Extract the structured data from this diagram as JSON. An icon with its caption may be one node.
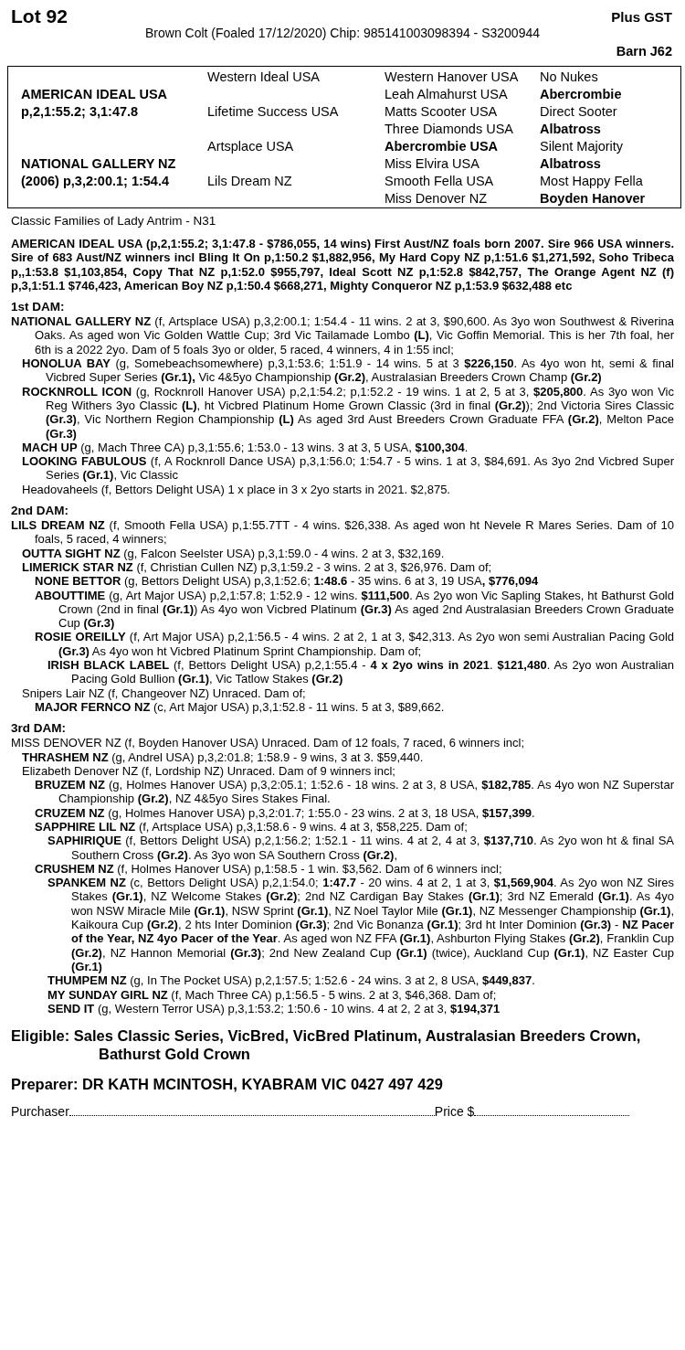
{
  "diagram": {
    "title": "Lot 92",
    "labels": [
      "Plus GST",
      "Brown Colt (Foaled 17/12/2020) Chip: 985141003098394 - S3200944",
      "Barn J62",
      "Western Ideal USA",
      "Western Hanover USA",
      "No Nukes",
      "AMERICAN IDEAL USA",
      "Leah Almahurst USA",
      "Abercrombie",
      "p,2,1:55.2; 3,1:47.8",
      "Lifetime Success USA",
      "Matts Scooter USA",
      "Direct Sooter",
      "Three Diamonds USA",
      "Albatross",
      "Artsplace USA",
      "Abercrombie USA",
      "Silent Majority",
      "NATIONAL GALLERY NZ",
      "Miss Elvira USA",
      "Albatross",
      "(2006) p,3,2:00.1; 1:54.4",
      "Lils Dream NZ",
      "Smooth Fella USA",
      "Most Happy Fella",
      "Miss Denover NZ",
      "Boyden Hanover",
      "Classic Families of Lady Antrim - N31",
      "AMERICAN IDEAL USA (p,2,1:55.2; 3,1:47.8 - $786,055, 14 wins) First Aust/NZ foals born 2007. Sire 966 USA winners. Sire of 683 Aust/NZ winners incl Bling It On p,1:50.2 $1,882,956, My Hard Copy NZ p,1:51.6 $1,271,592, Soho Tribeca p,,1:53.8 $1,103,854, Copy That NZ p,1:52.0 $955,797, Ideal Scott NZ p,1:52.8 $842,757, The Orange Agent NZ (f) p,3,1:51.1 $746,423, American Boy NZ p,1:50.4 $668,271, Mighty Conqueror NZ p,1:53.9 $632,488 etc",
      "1st DAM:",
      "**NATIONAL GALLERY NZ** (f, Artsplace USA) p,3,2:00.1; 1:54.4 - 11 wins. 2 at 3, $90,600. As 3yo won Southwest & Riverina Oaks. As aged won Vic Golden Wattle Cup; 3rd Vic Tailamade Lombo **(L)**, Vic Goffin Memorial. This is her 7th foal, her 6th is a 2022 2yo. Dam of 5 foals 3yo or older, 5 raced, 4 winners, 4 in 1:55 incl;",
      "**HONOLUA BAY** (g, Somebeachsomewhere) p,3,1:53.6; 1:51.9 - 14 wins. 5 at 3 **$226,150**. As 4yo won ht, semi & final Vicbred Super Series **(Gr.1),** Vic 4&5yo Championship **(Gr.2)**, Australasian Breeders Crown Champ **(Gr.2)**",
      "**ROCKNROLL ICON** (g, Rocknroll Hanover USA) p,2,1:54.2; p,1:52.2 - 19 wins. 1 at 2, 5 at 3, **$205,800**. As 3yo won Vic Reg Withers 3yo Classic **(L)**, ht Vicbred Platinum Home Grown Classic (3rd in final **(Gr.2)**); 2nd Victoria Sires Classic **(Gr.3)**, Vic Northern Region Championship **(L)** As aged 3rd Aust Breeders Crown Graduate FFA **(Gr.2)**, Melton Pace **(Gr.3)**",
      "**MACH UP** (g, Mach Three CA) p,3,1:55.6; 1:53.0 - 13 wins. 3 at 3, 5 USA, **$100,304**.",
      "**LOOKING FABULOUS** (f, A Rocknroll Dance USA) p,3,1:56.0; 1:54.7 - 5 wins. 1 at 3, $84,691. As 3yo 2nd Vicbred Super Series **(Gr.1)**, Vic Classic",
      "Headovaheels (f, Bettors Delight USA) 1 x place in 3 x 2yo starts in 2021. $2,875.",
      "2nd DAM:",
      "**LILS DREAM NZ** (f, Smooth Fella USA) p,1:55.7TT - 4 wins. $26,338. As aged won ht Nevele R Mares Series. Dam of 10 foals, 5 raced, 4 winners;",
      "**OUTTA SIGHT NZ** (g, Falcon Seelster USA) p,3,1:59.0 - 4 wins. 2 at 3, $32,169.",
      "**LIMERICK STAR NZ** (f, Christian Cullen NZ) p,3,1:59.2 - 3 wins. 2 at 3, $26,976. Dam of;",
      "**NONE BETTOR** (g, Bettors Delight USA) p,3,1:52.6; **1:48.6** - 35 wins. 6 at 3, 19 USA**, $776,094**",
      "**ABOUTTIME** (g, Art Major USA) p,2,1:57.8; 1:52.9 - 12 wins. **$111,500**. As 2yo won Vic Sapling Stakes, ht Bathurst Gold Crown (2nd in final **(Gr.1)**) As 4yo won Vicbred Platinum **(Gr.3)** As aged 2nd Australasian Breeders Crown Graduate Cup **(Gr.3)**",
      "**ROSIE OREILLY** (f, Art Major USA) p,2,1:56.5 - 4 wins. 2 at 2, 1 at 3, $42,313. As 2yo won semi Australian Pacing Gold **(Gr.3)** As 4yo won ht Vicbred Platinum Sprint Championship. Dam of;",
      "**IRISH BLACK LABEL** (f, Bettors Delight USA) p,2,1:55.4 - **4 x 2yo wins in 2021**. **$121,480**. As 2yo won Australian Pacing Gold Bullion **(Gr.1)**, Vic Tatlow Stakes **(Gr.2)**",
      "Snipers Lair NZ (f, Changeover NZ) Unraced. Dam of;",
      "**MAJOR FERNCO NZ** (c, Art Major USA) p,3,1:52.8 - 11 wins. 5 at 3, $89,662.",
      "3rd DAM:",
      "MISS DENOVER NZ (f, Boyden Hanover USA) Unraced. Dam of 12 foals, 7 raced, 6 winners incl;",
      "**THRASHEM NZ** (g, Andrel USA) p,3,2:01.8; 1:58.9 - 9 wins, 3 at 3. $59,440.",
      "Elizabeth Denover NZ (f, Lordship NZ) Unraced. Dam of 9 winners incl;",
      "**BRUZEM NZ** (g, Holmes Hanover USA) p,3,2:05.1; 1:52.6 - 18 wins. 2 at 3, 8 USA, **$182,785**. As 4yo won NZ Superstar Championship **(Gr.2)**, NZ 4&5yo Sires Stakes Final.",
      "**CRUZEM NZ** (g, Holmes Hanover USA) p,3,2:01.7; 1:55.0 - 23 wins. 2 at 3, 18 USA, **$157,399**.",
      "**SAPPHIRE LIL NZ** (f, Artsplace USA) p,3,1:58.6 - 9 wins. 4 at 3, $58,225. Dam of;",
      "**SAPHIRIQUE** (f, Bettors Delight USA) p,2,1:56.2; 1:52.1 - 11 wins. 4 at 2, 4 at 3, **$137,710**. As 2yo won ht & final SA Southern Cross **(Gr.2)**. As 3yo won SA Southern Cross **(Gr.2)**,",
      "**CRUSHEM NZ** (f, Holmes Hanover USA) p,1:58.5 - 1 win. $3,562. Dam of 6 winners incl;",
      "**SPANKEM NZ** (c, Bettors Delight USA) p,2,1:54.0; **1:47.7** - 20 wins. 4 at 2, 1 at 3, **$1,569,904**. As 2yo won NZ Sires Stakes **(Gr.1)**, NZ Welcome Stakes **(Gr.2)**; 2nd NZ Cardigan Bay Stakes **(Gr.1)**; 3rd NZ Emerald **(Gr.1)**. As 4yo won NSW Miracle Mile **(Gr.1)**, NSW Sprint **(Gr.1)**, NZ Noel Taylor Mile **(Gr.1)**, NZ Messenger Championship **(Gr.1)**, Kaikoura Cup **(Gr.2)**, 2 hts Inter Dominion **(Gr.3)**; 2nd Vic Bonanza **(Gr.1)**; 3rd ht Inter Dominion **(Gr.3)** - **NZ Pacer of the Year, NZ 4yo Pacer of the Year**. As aged won NZ FFA **(Gr.1)**, Ashburton Flying Stakes **(Gr.2)**, Franklin Cup **(Gr.2)**, NZ Hannon Memorial **(Gr.3)**; 2nd New Zealand Cup **(Gr.1)** (twice), Auckland Cup **(Gr.1)**, NZ Easter Cup **(Gr.1)**",
      "**THUMPEM NZ** (g, In The Pocket USA) p,2,1:57.5; 1:52.6 - 24 wins. 3 at 2, 8 USA, **$449,837**.",
      "**MY SUNDAY GIRL NZ** (f, Mach Three CA) p,1:56.5 - 5 wins. 2 at 3, $46,368. Dam of;",
      "**SEND IT** (g, Western Terror USA) p,3,1:53.2; 1:50.6 - 10 wins. 4 at 2, 2 at 3, **$194,371**",
      "Eligible: Sales Classic Series, VicBred, VicBred Platinum, Australasian Breeders Crown, Bathurst Gold Crown",
      "Preparer: DR KATH MCINTOSH, KYABRAM VIC 0427 497 429",
      "Purchaser",
      "Price $"
    ]
  }
}
